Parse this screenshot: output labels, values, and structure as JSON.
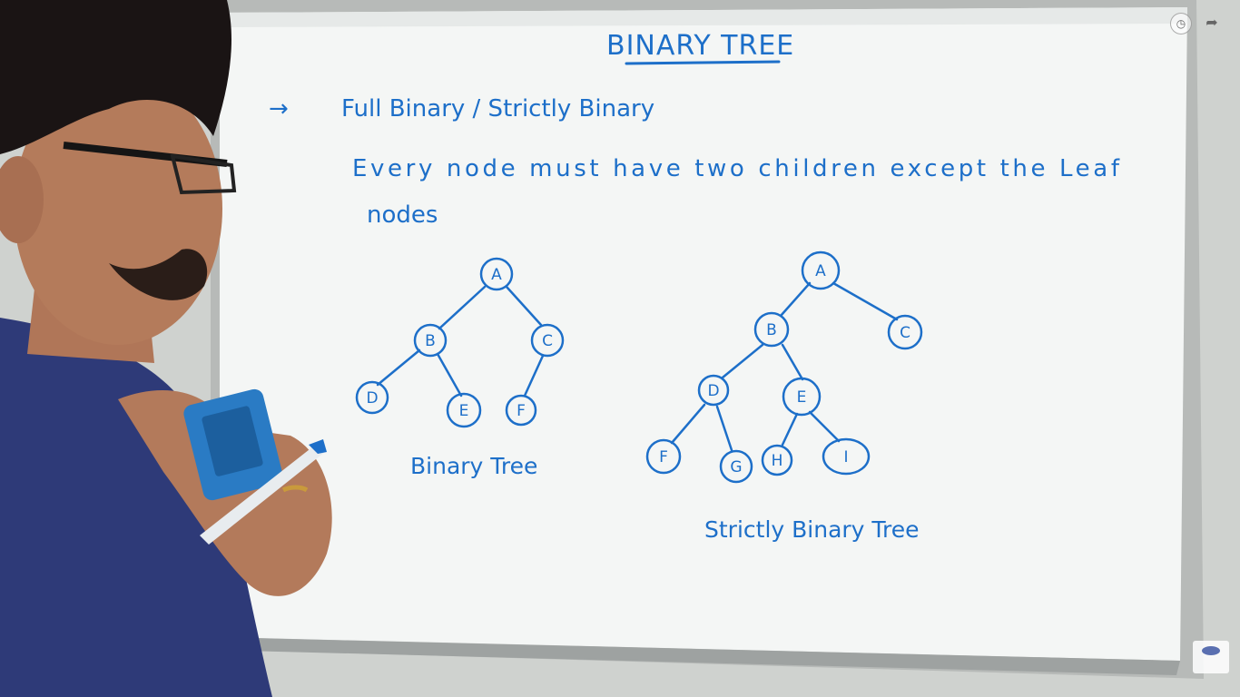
{
  "board": {
    "title": "BINARY TREE",
    "arrow": "→",
    "heading": "Full Binary / Strictly Binary",
    "definition_line1": "Every node  must have  two  children  except  the  Leaf",
    "definition_line2": "nodes"
  },
  "tree1": {
    "caption": "Binary Tree",
    "nodes": [
      "A",
      "B",
      "C",
      "D",
      "E",
      "F"
    ]
  },
  "tree2": {
    "caption": "Strictly Binary Tree",
    "nodes": [
      "A",
      "B",
      "C",
      "D",
      "E",
      "F",
      "G",
      "H",
      "I"
    ]
  },
  "colors": {
    "marker": "#1d6fc9",
    "board": "#f4f6f5",
    "frame": "#b9bcbb",
    "shirt": "#2e3a78"
  },
  "player": {
    "watch_later_icon": "clock-icon",
    "share_icon": "share-arrow-icon"
  }
}
